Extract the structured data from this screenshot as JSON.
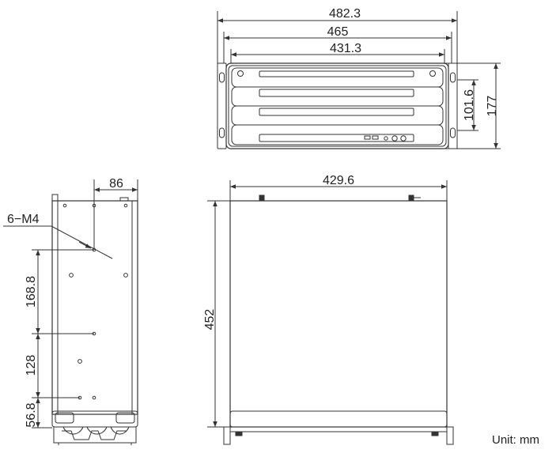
{
  "front": {
    "overall_width": "482.3",
    "inner_width": "465",
    "mount_width": "431.3",
    "height": "177",
    "drive_height": "101.6"
  },
  "side": {
    "depth": "86",
    "holes_label": "6−M4",
    "spacing_a": "168.8",
    "spacing_b": "128",
    "spacing_c": "56.8"
  },
  "top": {
    "width": "429.6",
    "length": "452"
  },
  "unit_label": "Unit: mm"
}
